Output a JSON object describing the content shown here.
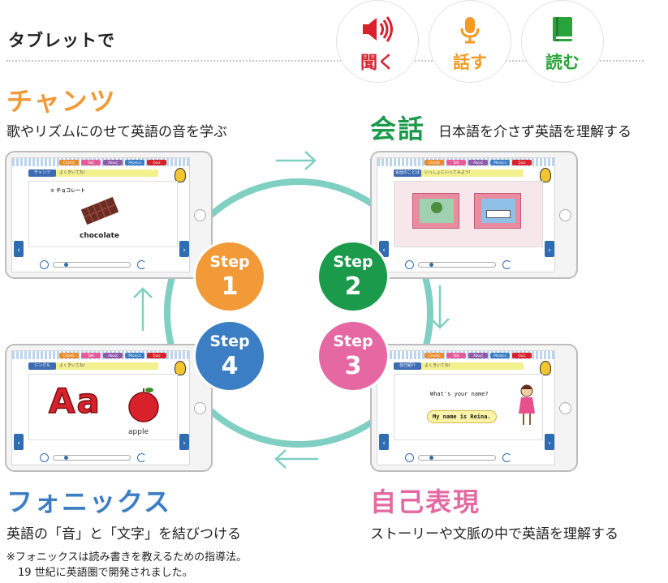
{
  "header": {
    "label": "タブレットで"
  },
  "badges": [
    {
      "label": "聞く",
      "icon": "speaker-icon",
      "color": "#d8212b"
    },
    {
      "label": "話す",
      "icon": "microphone-icon",
      "color": "#f29a24"
    },
    {
      "label": "読む",
      "icon": "book-icon",
      "color": "#29a43a"
    }
  ],
  "steps": [
    {
      "step_word": "Step",
      "number": "1",
      "title": "チャンツ",
      "desc": "歌やリズムにのせて英語の音を学ぶ",
      "color": "#f29a38"
    },
    {
      "step_word": "Step",
      "number": "2",
      "title": "会話",
      "desc": "日本語を介さず英語を理解する",
      "color": "#1b9a4b"
    },
    {
      "step_word": "Step",
      "number": "3",
      "title": "自己表現",
      "desc": "ストーリーや文脈の中で英語を理解する",
      "color": "#e568a2"
    },
    {
      "step_word": "Step",
      "number": "4",
      "title": "フォニックス",
      "desc": "英語の「音」と「文字」を結びつける",
      "color": "#3b7ec4"
    }
  ],
  "note": {
    "line1": "※フォニックスは読み書きを教えるための指導法。",
    "line2": "19 世紀に英語圏で開発されました。"
  },
  "tablets": {
    "t1": {
      "nav": [
        "Chants",
        "Talk",
        "About myself",
        "Phonics",
        "Quiz"
      ],
      "title_tag": "チャンツ",
      "title_text": "よくきいてね!",
      "item_label": "② チョコレート",
      "word": "chocolate",
      "back": "Back"
    },
    "t2": {
      "nav": [
        "Chants",
        "Talk",
        "About myself",
        "Phonics",
        "Quiz"
      ],
      "title_tag": "会話のことば",
      "title_text": "いっしょにいってみよう!",
      "back": "Back"
    },
    "t3": {
      "nav": [
        "Chants",
        "Talk",
        "About myself",
        "Phonics",
        "Quiz"
      ],
      "title_tag": "自己紹介",
      "title_text": "よくきいてね!",
      "question": "What's your name?",
      "answer": "My name is Reina.",
      "back": "Back"
    },
    "t4": {
      "nav": [
        "Chants",
        "Talk",
        "About myself",
        "Phonics",
        "Quiz"
      ],
      "title_tag": "ジングル",
      "title_text": "よくきいてね!",
      "letters": "Aa",
      "word": "apple",
      "back": "Back"
    }
  },
  "colors": {
    "ring": "#7fcfc2",
    "arrow": "#7fcfc2"
  }
}
